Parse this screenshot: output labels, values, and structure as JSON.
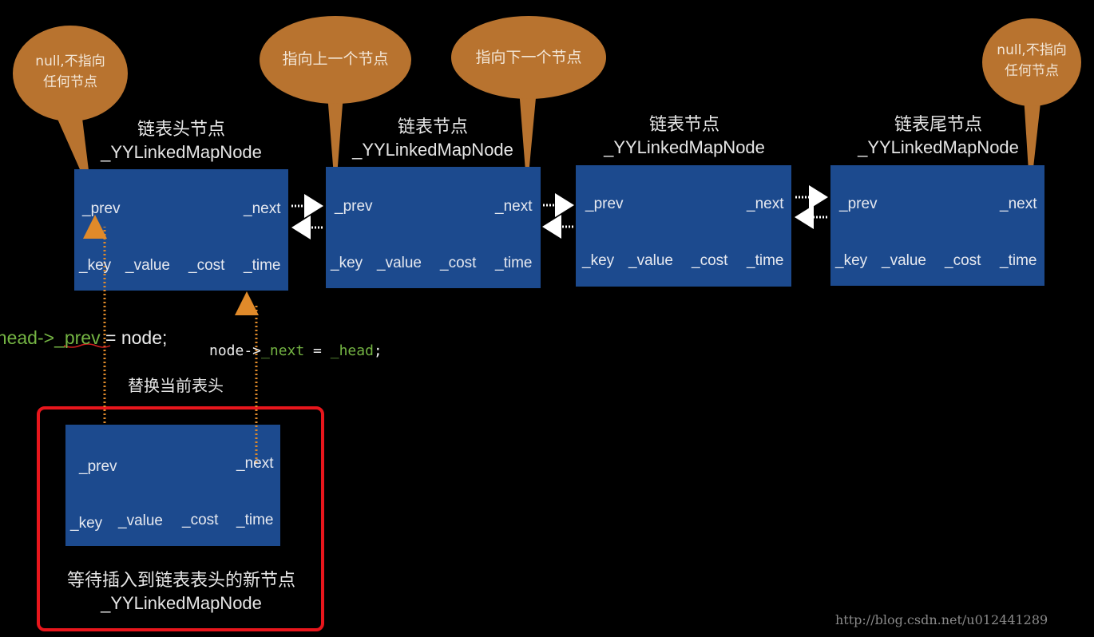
{
  "colors": {
    "node_fill": "#1c4a8e",
    "bubble": "#b8732f",
    "code_green": "#74b443",
    "highlight_border": "#e8161c",
    "arrow_orange": "#e08a2a"
  },
  "nodes": [
    {
      "title": "链表头节点",
      "type": "_YYLinkedMapNode",
      "prev": "_prev",
      "next": "_next",
      "key": "_key",
      "value": "_value",
      "cost": "_cost",
      "time": "_time"
    },
    {
      "title": "链表节点",
      "type": "_YYLinkedMapNode",
      "prev": "_prev",
      "next": "_next",
      "key": "_key",
      "value": "_value",
      "cost": "_cost",
      "time": "_time"
    },
    {
      "title": "链表节点",
      "type": "_YYLinkedMapNode",
      "prev": "_prev",
      "next": "_next",
      "key": "_key",
      "value": "_value",
      "cost": "_cost",
      "time": "_time"
    },
    {
      "title": "链表尾节点",
      "type": "_YYLinkedMapNode",
      "prev": "_prev",
      "next": "_next",
      "key": "_key",
      "value": "_value",
      "cost": "_cost",
      "time": "_time"
    }
  ],
  "bubbles": [
    {
      "line1": "null,不指向",
      "line2": "任何节点"
    },
    {
      "line1": "指向上一个节点"
    },
    {
      "line1": "指向下一个节点"
    },
    {
      "line1": "null,不指向",
      "line2": "任何节点"
    }
  ],
  "new_node": {
    "prev": "_prev",
    "next": "_next",
    "key": "_key",
    "value": "_value",
    "cost": "_cost",
    "time": "_time",
    "caption": "等待插入到链表表头的新节点",
    "type": "_YYLinkedMapNode"
  },
  "code": {
    "line1": {
      "a": "_head->",
      "b": "_prev",
      "c": " = node;"
    },
    "line2": {
      "a": "node->",
      "b": "_next",
      "c": " = ",
      "d": "_head",
      "e": ";"
    }
  },
  "replace_label": "替换当前表头",
  "watermark": "http://blog.csdn.net/u012441289"
}
